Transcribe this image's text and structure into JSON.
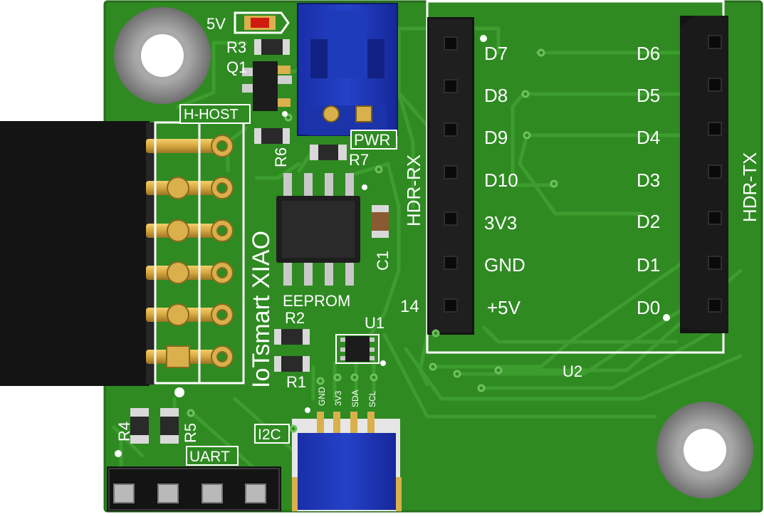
{
  "board": {
    "colors": {
      "pcb": "#2f8a22",
      "trace": "#3f9a30",
      "silk": "#ffffff",
      "pad": "#d9b04c",
      "header_black": "#141414",
      "connector_blue": "#1a32b0",
      "hole_ring": "#8c8c8c",
      "led_red": "#d01c10"
    },
    "silkscreen": {
      "led_5v": "5V",
      "r3": "R3",
      "q1": "Q1",
      "h_host": "H-HOST",
      "r6": "R6",
      "r7": "R7",
      "pwr": "PWR",
      "hdr_rx": "HDR-RX",
      "hdr_tx": "HDR-TX",
      "iotsmart_xiao": "IoTsmart XIAO",
      "c1": "C1",
      "eeprom": "EEPROM",
      "r2": "R2",
      "r1": "R1",
      "u1": "U1",
      "u2": "U2",
      "pin14": "14",
      "i2c": "I2C",
      "uart": "UART",
      "r4": "R4",
      "r5": "R5",
      "i2c_pins": [
        "GND",
        "3V3",
        "SDA",
        "SCL"
      ]
    },
    "rx_pins": [
      "D7",
      "D8",
      "D9",
      "D10",
      "3V3",
      "GND",
      "+5V"
    ],
    "tx_pins": [
      "D6",
      "D5",
      "D4",
      "D3",
      "D2",
      "D1",
      "D0"
    ]
  }
}
